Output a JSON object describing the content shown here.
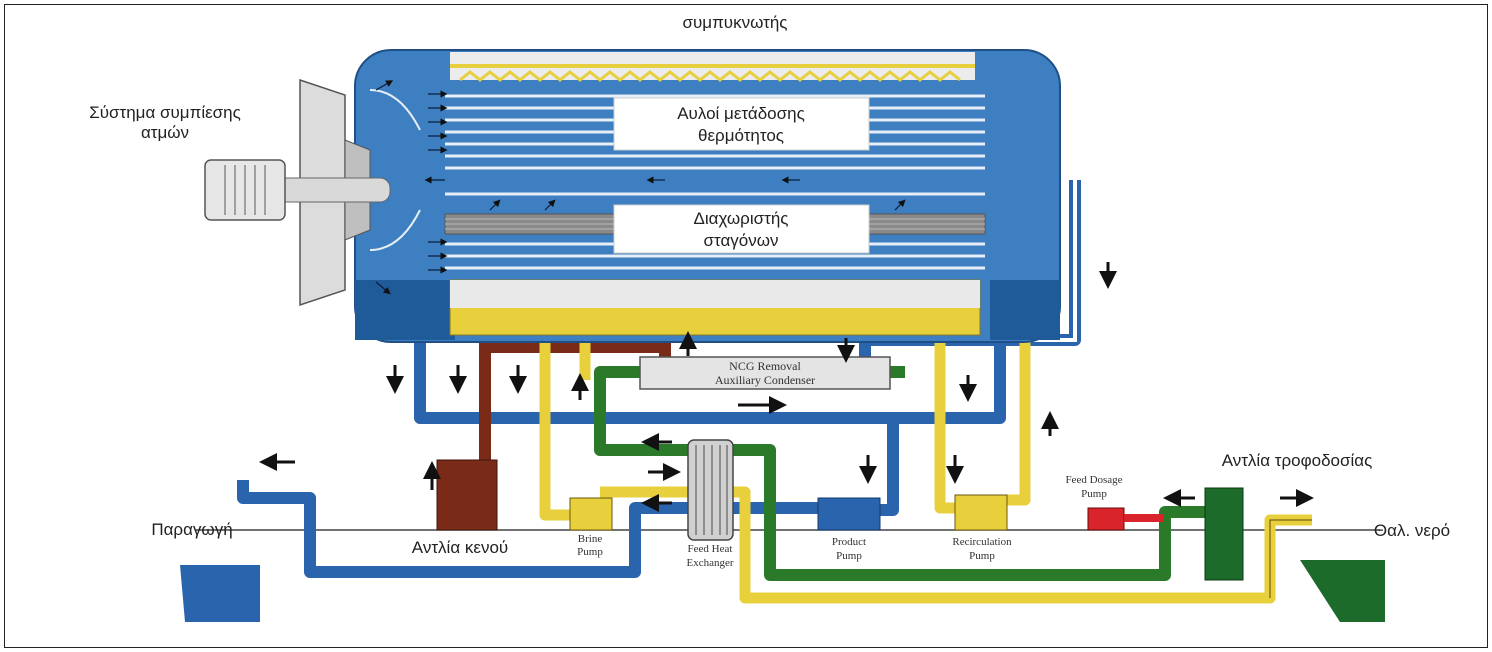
{
  "labels": {
    "condenser": "συμπυκνωτής",
    "vapor_compression_line1": "Σύστημα συμπίεσης",
    "vapor_compression_line2": "ατμών",
    "heat_tubes_line1": "Αυλοί μετάδοσης",
    "heat_tubes_line2": "θερμότητος",
    "separator_line1": "Διαχωριστής",
    "separator_line2": "σταγόνων",
    "ncg_line1": "NCG Removal",
    "ncg_line2": "Auxiliary Condenser",
    "production": "Παραγωγή",
    "vacuum_pump": "Αντλία κενού",
    "brine_pump_line1": "Brine",
    "brine_pump_line2": "Pump",
    "feed_hx_line1": "Feed Heat",
    "feed_hx_line2": "Exchanger",
    "product_pump_line1": "Product",
    "product_pump_line2": "Pump",
    "recirc_pump_line1": "Recirculation",
    "recirc_pump_line2": "Pump",
    "feed_dosage_line1": "Feed Dosage",
    "feed_dosage_line2": "Pump",
    "feed_pump": "Αντλία τροφοδοσίας",
    "sea_water": "Θαλ. νερό"
  },
  "colors": {
    "vessel_blue": "#3d7fc0",
    "vessel_dark": "#1f5a99",
    "pipe_blue": "#2a64ad",
    "pipe_yellow": "#e8cf3c",
    "pipe_green": "#2a7a2a",
    "pipe_brown": "#7a2b18",
    "pump_red": "#d8242a",
    "sea_green": "#1d6b2a"
  }
}
